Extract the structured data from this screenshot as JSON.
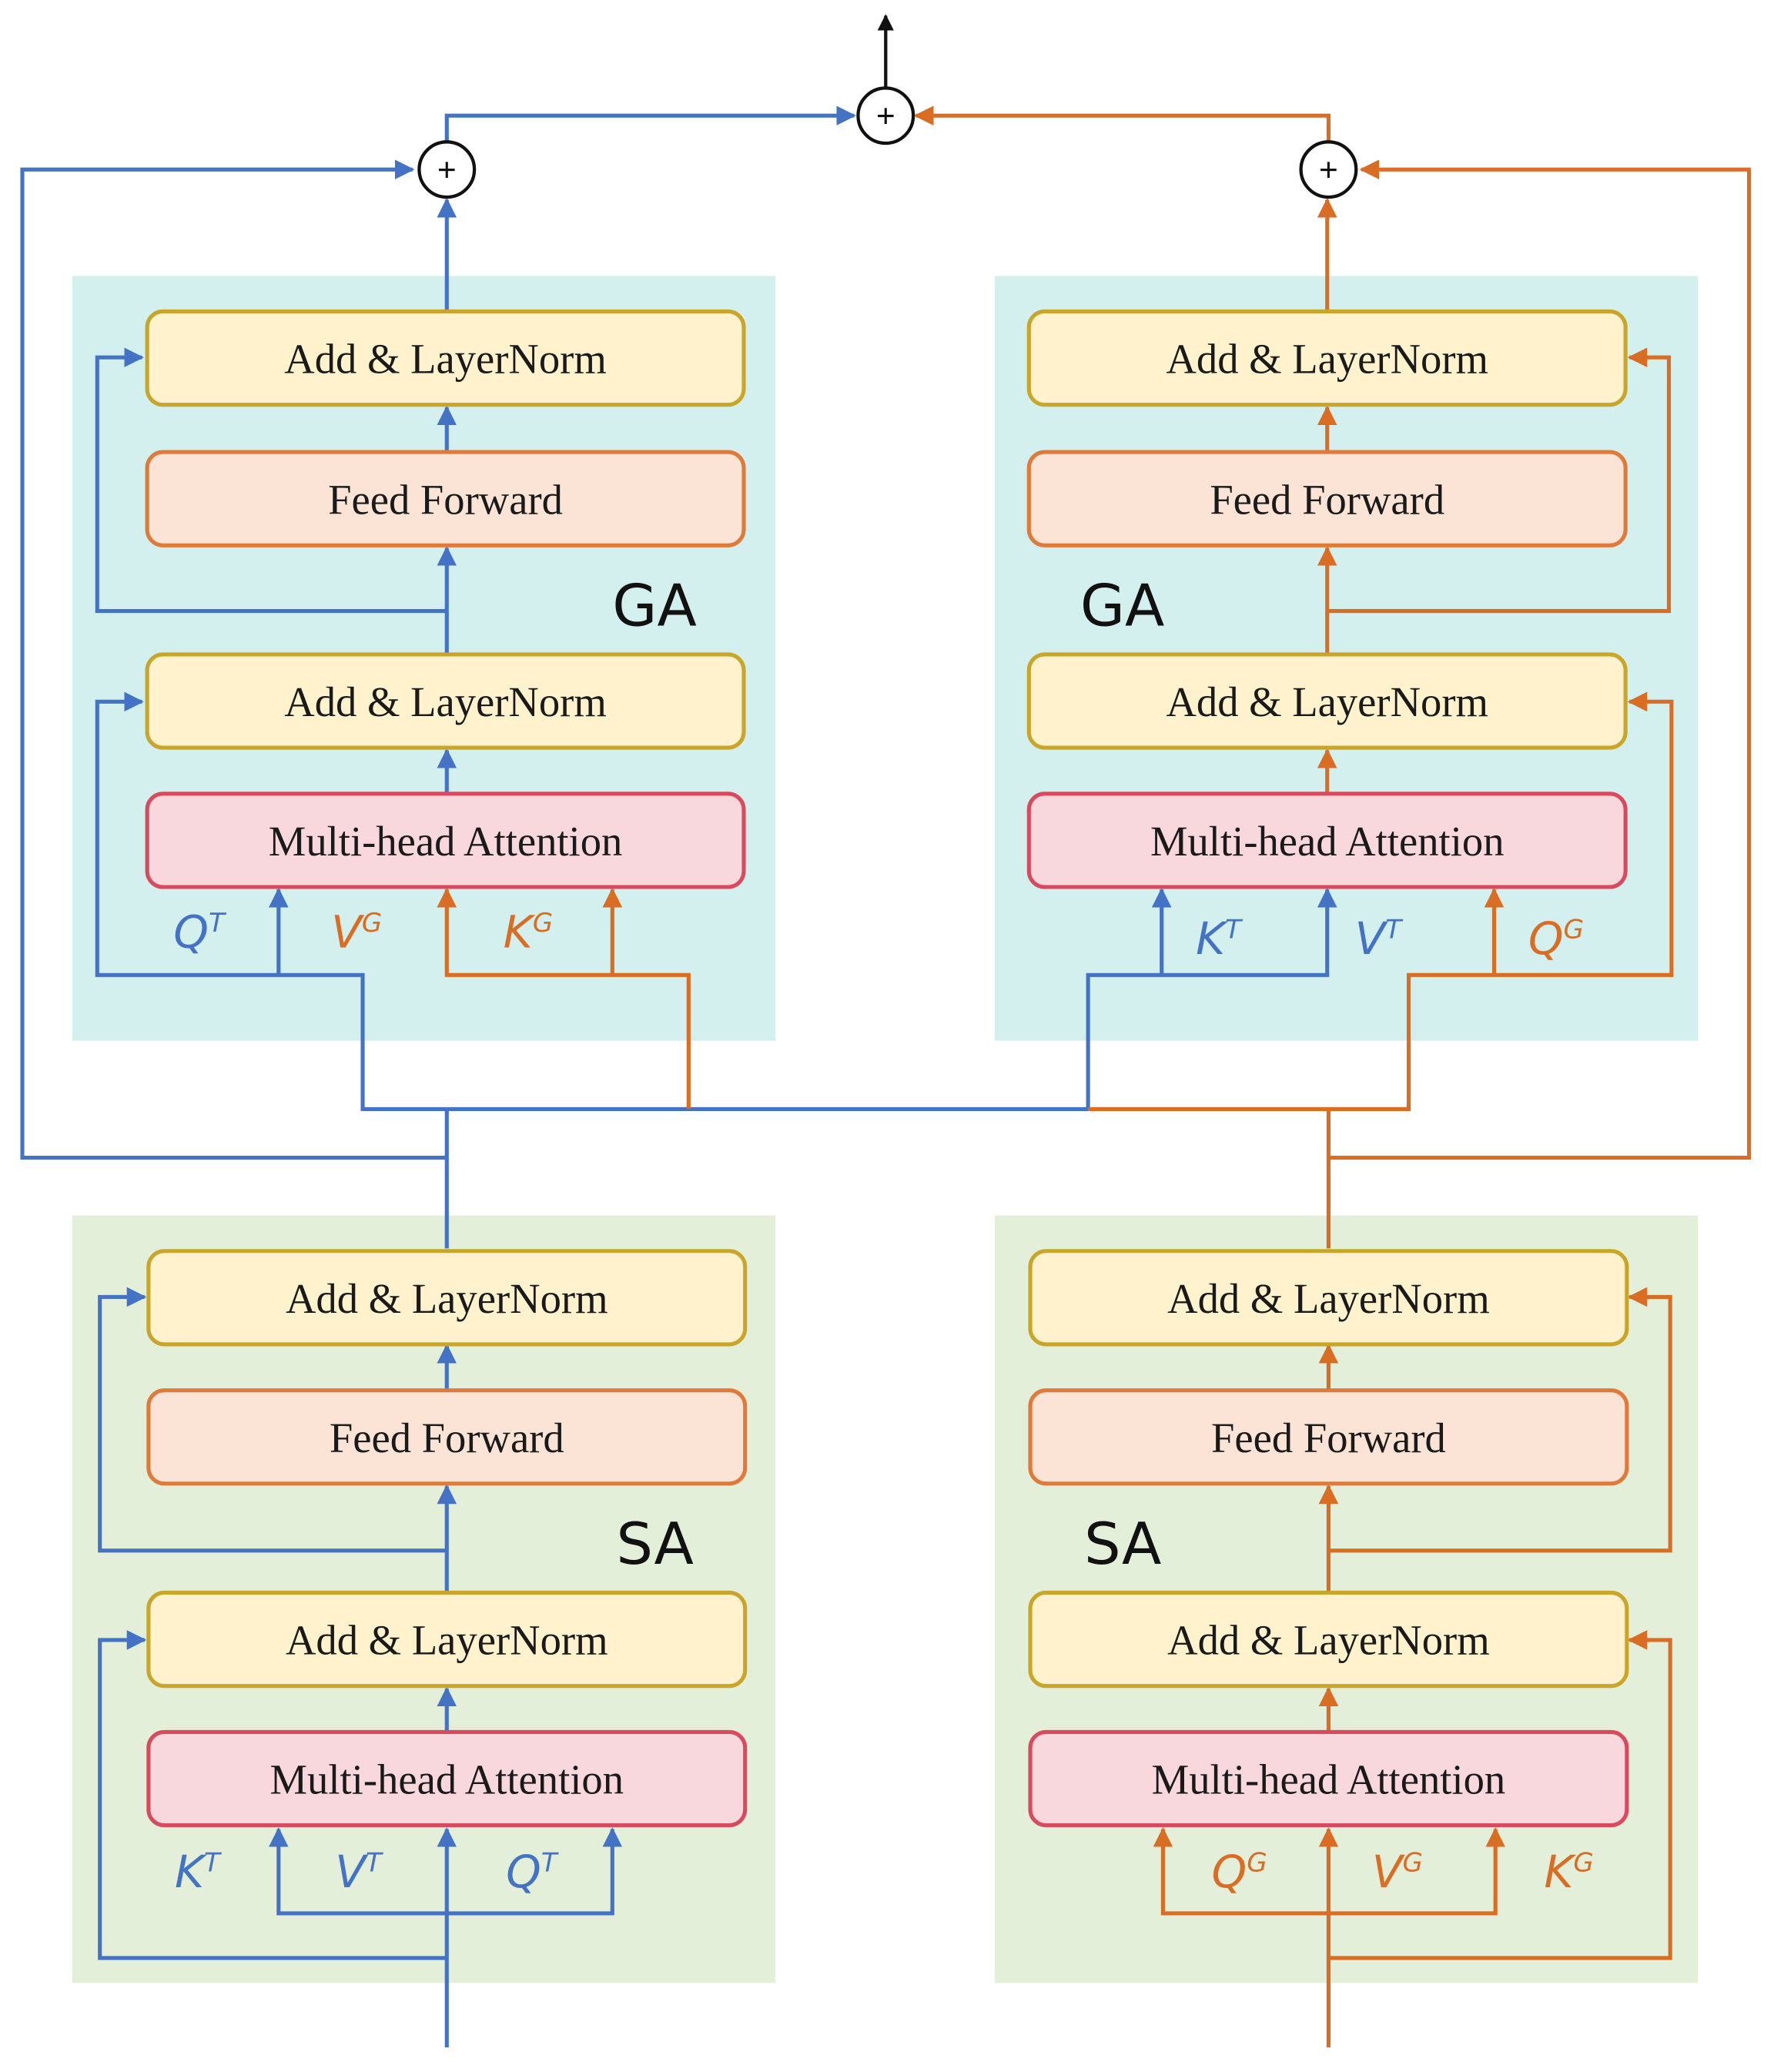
{
  "colors": {
    "blue": "#4472c4",
    "orange": "#d86d23",
    "ga_panel": "#d3f0ef",
    "sa_panel": "#e4efd9",
    "norm_fill": "#fff2cc",
    "norm_stroke": "#c9a52a",
    "ff_fill": "#fbe4d5",
    "ff_stroke": "#e07a3a",
    "mha_fill": "#f8d7dd",
    "mha_stroke": "#d84a5e"
  },
  "blocks": {
    "add_norm": "Add & LayerNorm",
    "feed_forward": "Feed Forward",
    "mha": "Multi-head Attention"
  },
  "panels": {
    "ga": "GA",
    "sa": "SA"
  },
  "symbols": {
    "plus": "+"
  },
  "io": {
    "ga_left": [
      {
        "base": "Q",
        "sup": "T"
      },
      {
        "base": "V",
        "sup": "G"
      },
      {
        "base": "K",
        "sup": "G"
      }
    ],
    "ga_right": [
      {
        "base": "K",
        "sup": "T"
      },
      {
        "base": "V",
        "sup": "T"
      },
      {
        "base": "Q",
        "sup": "G"
      }
    ],
    "sa_left": [
      {
        "base": "K",
        "sup": "T"
      },
      {
        "base": "V",
        "sup": "T"
      },
      {
        "base": "Q",
        "sup": "T"
      }
    ],
    "sa_right": [
      {
        "base": "Q",
        "sup": "G"
      },
      {
        "base": "V",
        "sup": "G"
      },
      {
        "base": "K",
        "sup": "G"
      }
    ]
  }
}
